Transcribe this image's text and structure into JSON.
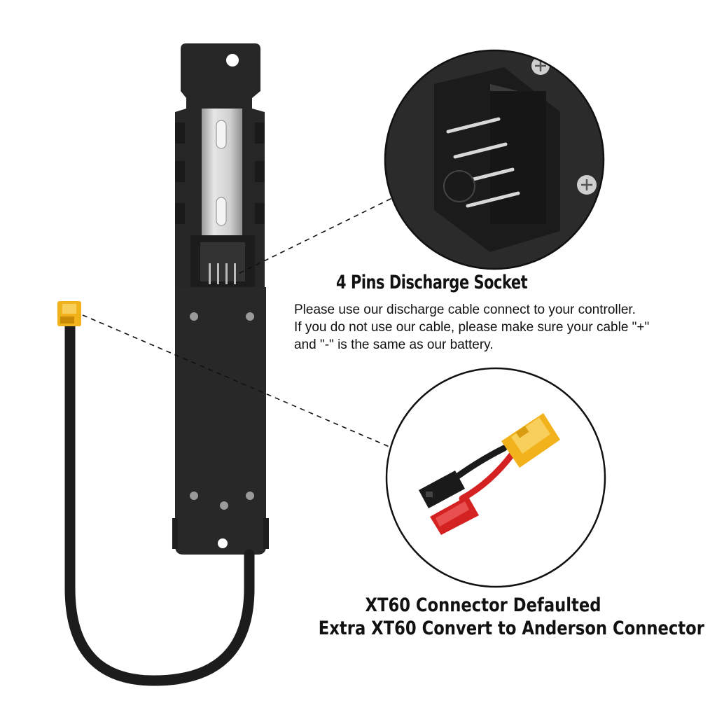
{
  "socket_section": {
    "title": "4 Pins Discharge Socket",
    "description_lines": [
      "Please use our discharge cable connect to your controller.",
      "If you do not use our cable, please make sure your cable \"+\"",
      "and \"-\" is the same as our battery."
    ]
  },
  "connector_section": {
    "lines": [
      "XT60 Connector Defaulted",
      "Extra XT60 Convert to Anderson Connector"
    ]
  },
  "colors": {
    "battery_body": "#252525",
    "rail_metal": "#c8c8c8",
    "xt60_yellow": "#f2b21b",
    "anderson_red": "#d42222",
    "anderson_black": "#1a1a1a",
    "cable": "#1c1c1c"
  }
}
